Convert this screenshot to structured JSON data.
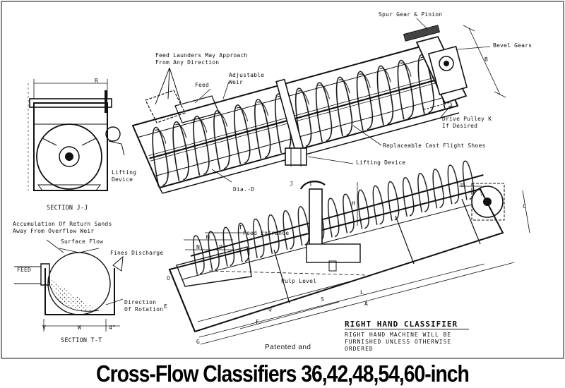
{
  "labels": {
    "spur_gear": "Spur Gear & Pinion",
    "bevel_gears": "Bevel Gears",
    "feed_launders_1": "Feed Launders May Approach",
    "feed_launders_2": "From Any Direction",
    "feed": "Feed",
    "adjustable_1": "Adjustable",
    "adjustable_2": "Weir",
    "drive_pulley_1": "Drive Pulley K",
    "drive_pulley_2": "If Desired",
    "flight_shoes": "Replaceable Cast Flight Shoes",
    "lifting_device": "Lifting Device",
    "lifting_1": "Lifting",
    "lifting_2": "Device",
    "dia_d": "Dia.-D",
    "section_jj": "SECTION J-J",
    "accum_1": "Accumulation Of Return Sands",
    "accum_2": "Away From Overflow Weir",
    "surface_flow": "Surface Flow",
    "fines_discharge": "Fines Discharge",
    "feed_caps": "FEED",
    "direction_1": "Direction",
    "direction_2": "Of Rotation",
    "section_tt": "SECTION T-T",
    "feed_entrance": "Feed Entrance",
    "pulp_level": "Pulp Level",
    "dim_r": "R",
    "dim_b": "B",
    "dim_j": "J",
    "dim_h": "H",
    "dim_u": "U",
    "dim_c": "C",
    "dim_m": "M",
    "dim_n": "N",
    "dim_p": "P",
    "dim_t": "T",
    "dim_o": "O",
    "dim_l": "L",
    "dim_q": "Q",
    "dim_a": "A",
    "dim_e": "E",
    "dim_s": "S",
    "dim_v": "V",
    "dim_w": "W",
    "dim_4": "4\"",
    "dim_f": "F",
    "dim_g": "G",
    "rh_title": "RIGHT HAND CLASSIFIER",
    "rh_note_1": "RIGHT HAND MACHINE WILL BE",
    "rh_note_2": "FURNISHED UNLESS OTHERWISE",
    "rh_note_3": "ORDERED",
    "patented": "Patented and"
  },
  "caption": "Cross-Flow Classifiers 36,42,48,54,60-inch"
}
